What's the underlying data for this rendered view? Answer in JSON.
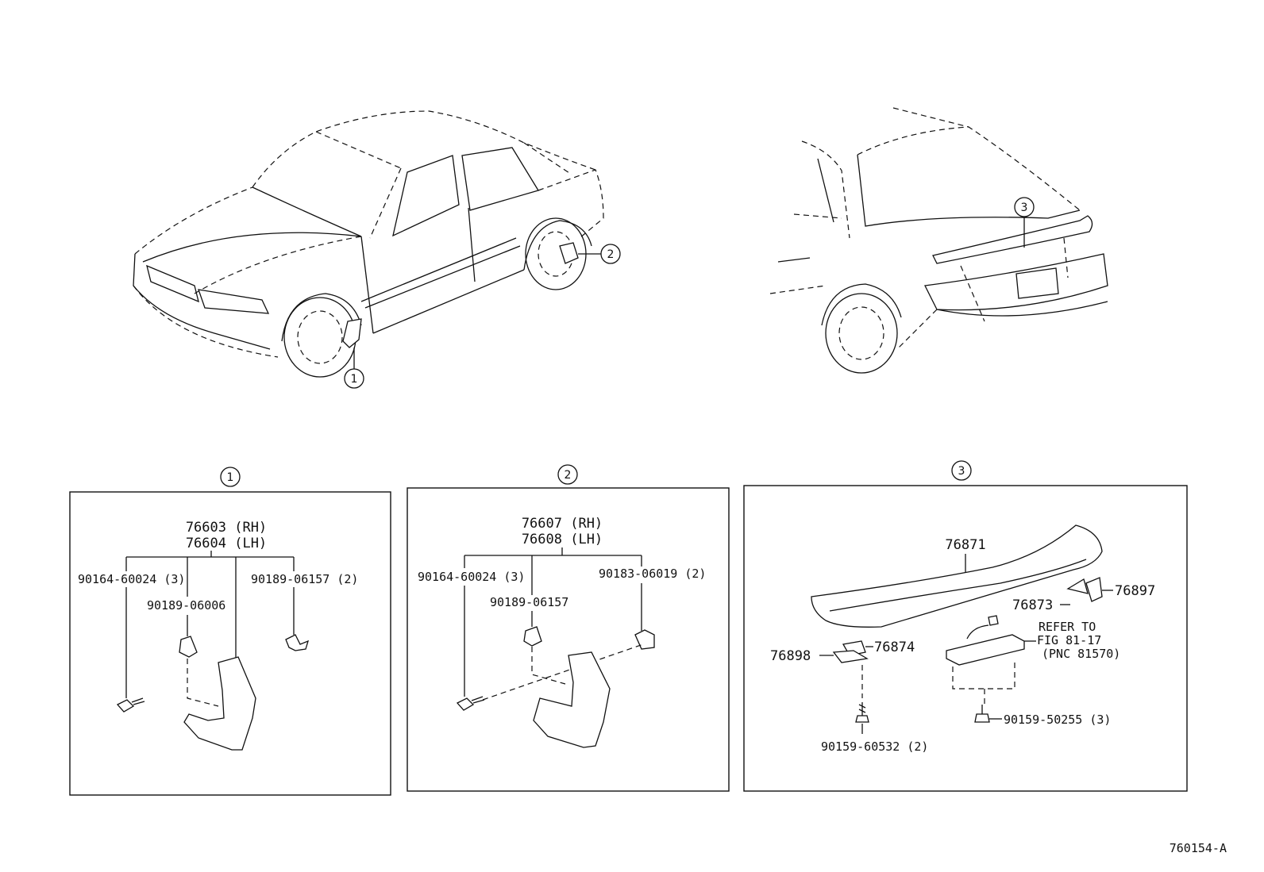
{
  "callouts": [
    "1",
    "2",
    "3"
  ],
  "panel1": {
    "title_rh": "76603 (RH)",
    "title_lh": "76604 (LH)",
    "p_screw": "90164-60024 (3)",
    "p_clip": "90189-06006",
    "p_rivet": "90189-06157 (2)"
  },
  "panel2": {
    "title_rh": "76607 (RH)",
    "title_lh": "76608 (LH)",
    "p_screw": "90164-60024 (3)",
    "p_clip": "90189-06157",
    "p_nut": "90183-06019 (2)"
  },
  "panel3": {
    "spoiler": "76871",
    "p_76873": "76873",
    "p_76897": "76897",
    "p_76898": "76898",
    "p_76874": "76874",
    "refer1": "REFER TO",
    "refer2": "FIG 81-17",
    "refer3": "(PNC 81570)",
    "bolt_left": "90159-60532 (2)",
    "bolt_right": "90159-50255 (3)"
  },
  "figure_id": "760154-A"
}
